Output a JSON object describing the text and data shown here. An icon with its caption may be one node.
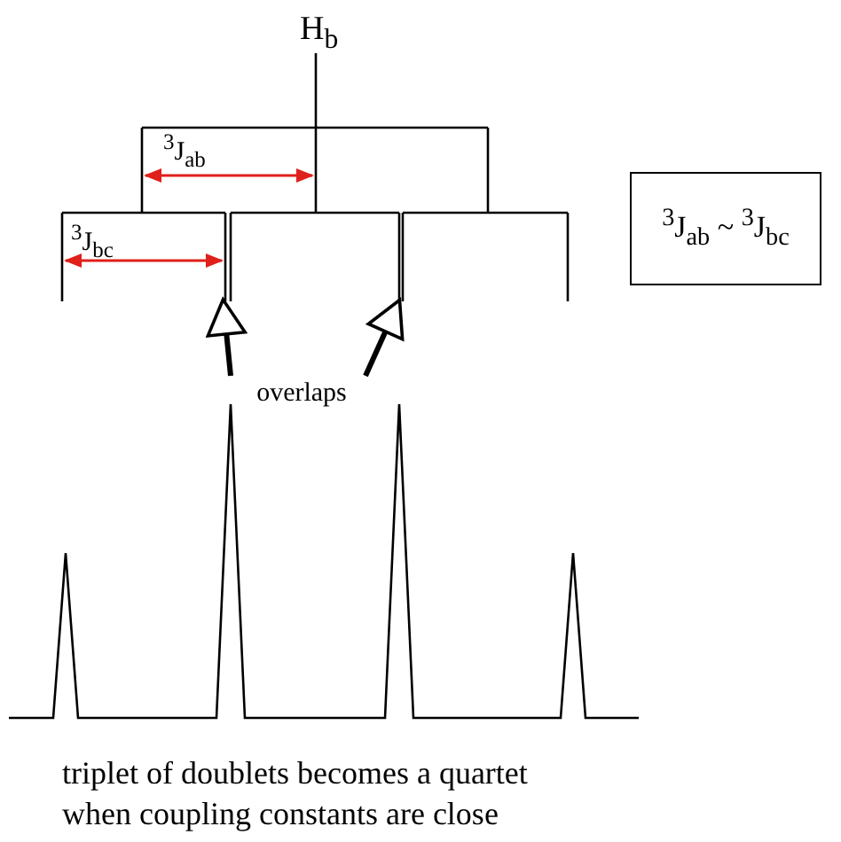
{
  "diagram": {
    "caption": "triplet of doublets becomes a quartet when coupling constants are close",
    "nodes": [
      {
        "text": [
          "$^{3}$J$_{ab}$ ~ $^{3}$J$_{bc}$"
        ]
      },
      {
        "text": [
          "overlaps"
        ]
      }
    ],
    "edges": [
      {
        "from": 1,
        "to": null,
        "arrow": "to"
      },
      {
        "from": 1,
        "to": null,
        "arrow": "to"
      }
    ],
    "labels": [
      "H$_{b}$",
      "$^{3}$J$_{ab}$",
      "$^{3}$J$_{bc}$"
    ]
  }
}
